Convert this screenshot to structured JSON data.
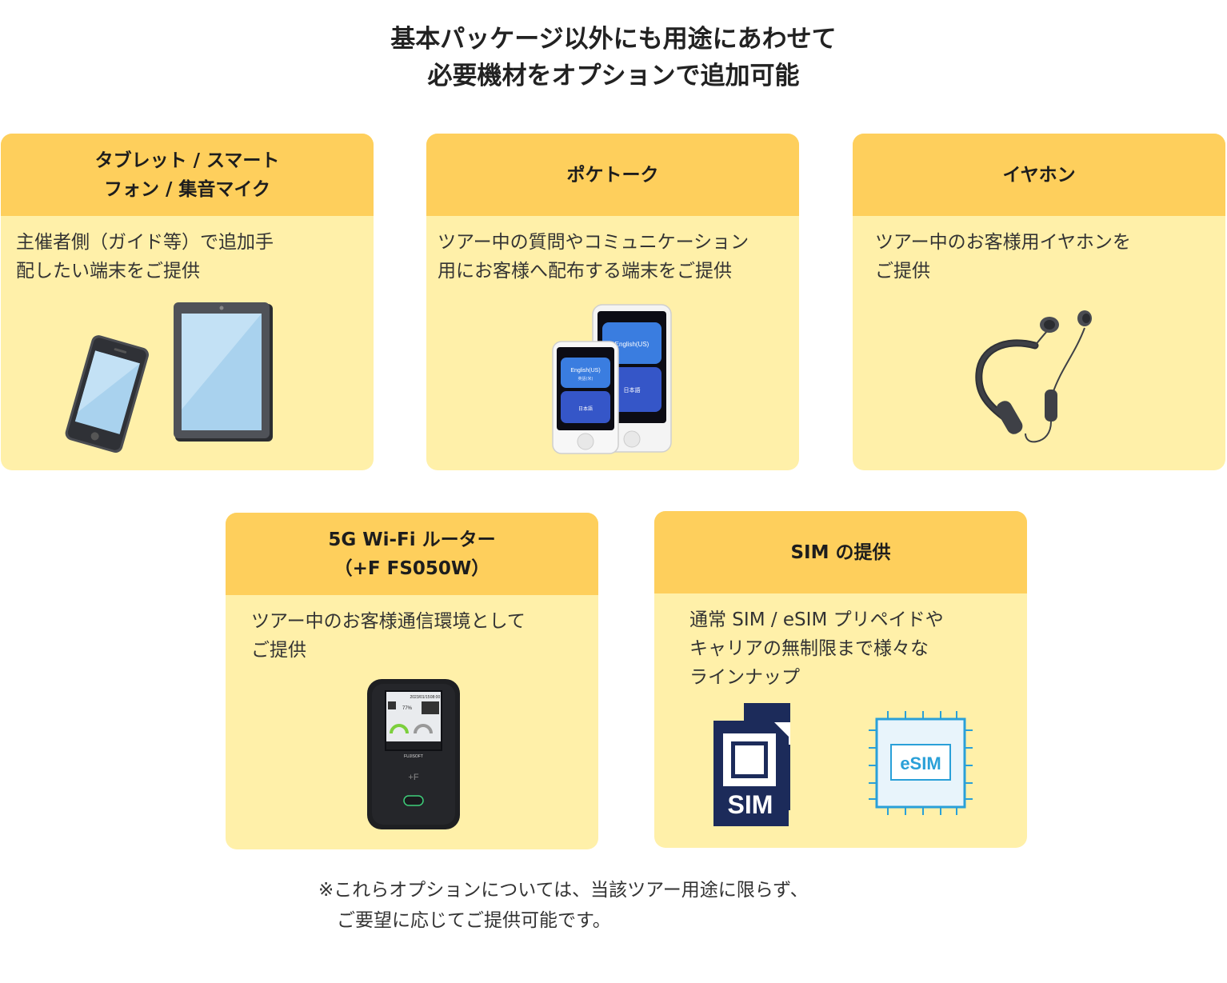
{
  "title": {
    "line1": "基本パッケージ以外にも用途にあわせて",
    "line2": "必要機材をオプションで追加可能"
  },
  "cards": [
    {
      "heading": "タブレット / スマート\nフォン / 集音マイク",
      "desc": "主催者側（ガイド等）で追加手\n配したい端末をご提供"
    },
    {
      "heading": "ポケトーク",
      "desc": "ツアー中の質問やコミュニケーション\n用にお客様へ配布する端末をご提供",
      "device": {
        "lang_top": "English(US)",
        "lang_top_sub": "英語(米)",
        "lang_bottom": "日本語"
      }
    },
    {
      "heading": "イヤホン",
      "desc": "ツアー中のお客様用イヤホンを\nご提供"
    },
    {
      "heading": "5G Wi-Fi ルーター\n（+F FS050W）",
      "desc": "ツアー中のお客様通信環境として\nご提供",
      "device": {
        "date": "2023/01/15",
        "time": "08:00",
        "battery": "77%",
        "brand": "FUJISOFT",
        "logo": "+F"
      }
    },
    {
      "heading": "SIM の提供",
      "desc": "通常 SIM / eSIM プリペイドや\nキャリアの無制限まで様々な\nラインナップ",
      "sim_label": "SIM",
      "esim_label": "eSIM"
    }
  ],
  "note": "※これらオプションについては、当該ツアー用途に限らず、\n　ご要望に応じてご提供可能です。",
  "colors": {
    "card_header": "#fecf5c",
    "card_body": "#fff0a9",
    "sim_navy": "#1c2b5a",
    "esim_blue": "#2aa0d8"
  }
}
